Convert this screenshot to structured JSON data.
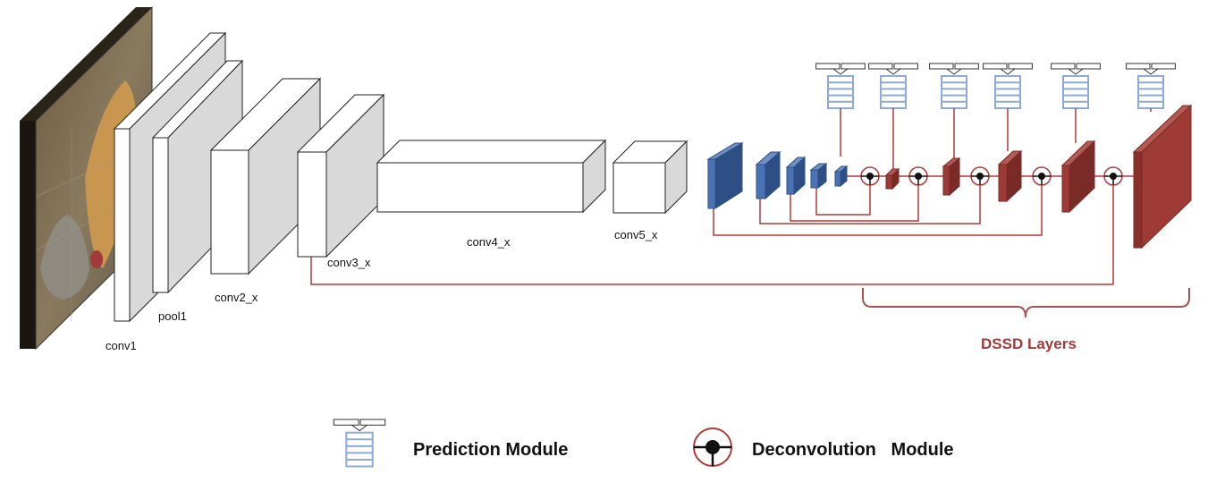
{
  "colors": {
    "red": "#b23a36",
    "red_face": "#9e3b36",
    "red_dark": "#7a2a27",
    "blue_face": "#4a73b5",
    "blue_dark": "#2d4f85",
    "pred_box": "#8eaad8",
    "box_side": "#d9d9d9"
  },
  "input_image": {
    "icon": "photo-of-dog-and-cat-icon"
  },
  "backbone_labels": {
    "conv1": "conv1",
    "pool1": "pool1",
    "conv2": "conv2_x",
    "conv3": "conv3_x",
    "conv4": "conv4_x",
    "conv5": "conv5_x"
  },
  "dssd_label": "DSSD Layers",
  "legend": {
    "prediction": "Prediction Module",
    "deconvolution": "Deconvolution   Module"
  }
}
